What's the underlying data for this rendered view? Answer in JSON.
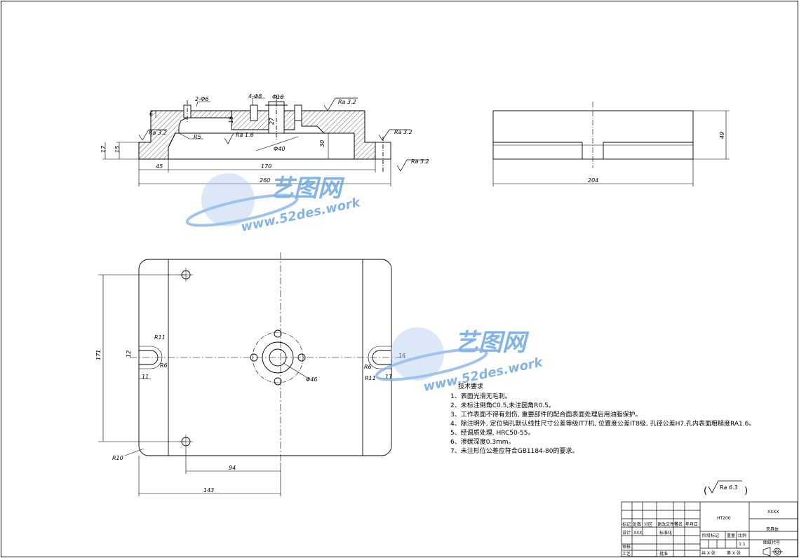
{
  "drawing": {
    "front_view": {
      "labels": {
        "holes_2": "2-Φ6",
        "holes_4": "4-Φ8",
        "bore": "Φ18",
        "bore_40": "Φ40",
        "ra_top": "Ra 3.2",
        "ra_left": "Ra 3.2",
        "ra_mid": "Ra 1.6",
        "ra_right": "Ra 3.2",
        "ra_right_low": "Ra 3.2",
        "r5": "R5",
        "dim_6": "6",
        "dim_17": "17",
        "dim_15": "15",
        "dim_16": "16",
        "dim_27": "27",
        "dim_30": "30",
        "dim_45": "45",
        "dim_170": "170",
        "dim_260": "260"
      }
    },
    "side_view": {
      "labels": {
        "dim_204": "204",
        "dim_49": "49"
      }
    },
    "top_view": {
      "labels": {
        "r11_left": "R11",
        "r6_left": "R6",
        "dim_11_left": "11",
        "dim_12": "12",
        "r6_right": "R6",
        "r11_right": "R11",
        "dim_11_right": "11",
        "dim_16_right": "16",
        "phi46": "Φ46",
        "r10": "R10",
        "dim_171": "171",
        "dim_94": "94",
        "dim_143": "143"
      }
    },
    "roughness_general": "Ra 6.3"
  },
  "watermark": {
    "brand": "艺图网",
    "url": "www.52des.work"
  },
  "tech_requirements": {
    "title": "技术要求",
    "items": [
      "1、表面光滑无毛刺。",
      "2、未标注倒角C0.5,未注圆角R0.5。",
      "3、工作表面不得有划伤, 重要部件的配合面表面处理后用油脂保护。",
      "4、除注明外, 定位销孔默认线性尺寸公差等级IT7机, 位置度公差IT8级, 孔径公差H7,孔内表面粗糙度RA1.6。",
      "5、经调质处理, HRC50-55。",
      "6、渗碳深度0.3mm。",
      "7、未注形位公差应符合GB1184-80的要求。"
    ]
  },
  "title_block": {
    "material": "HT200",
    "company": "XXXX",
    "part_name": "夹具体",
    "drawing_no_label": "图纸代号",
    "stage_label": "阶段标记",
    "weight_label": "重量",
    "scale_label": "比例",
    "scale": "1:1",
    "sheet_total": "共 X 张",
    "sheet_no": "第 X 张",
    "design_label": "设计",
    "design_name": "XXX",
    "standard_label": "标准化",
    "review_label": "审核",
    "process_label": "工艺",
    "approve_label": "批准",
    "mark_label": "标记",
    "count_label": "处数",
    "zone_label": "分区",
    "change_doc_label": "更改文件号",
    "sign_label": "签名",
    "date_label": "年月日"
  }
}
